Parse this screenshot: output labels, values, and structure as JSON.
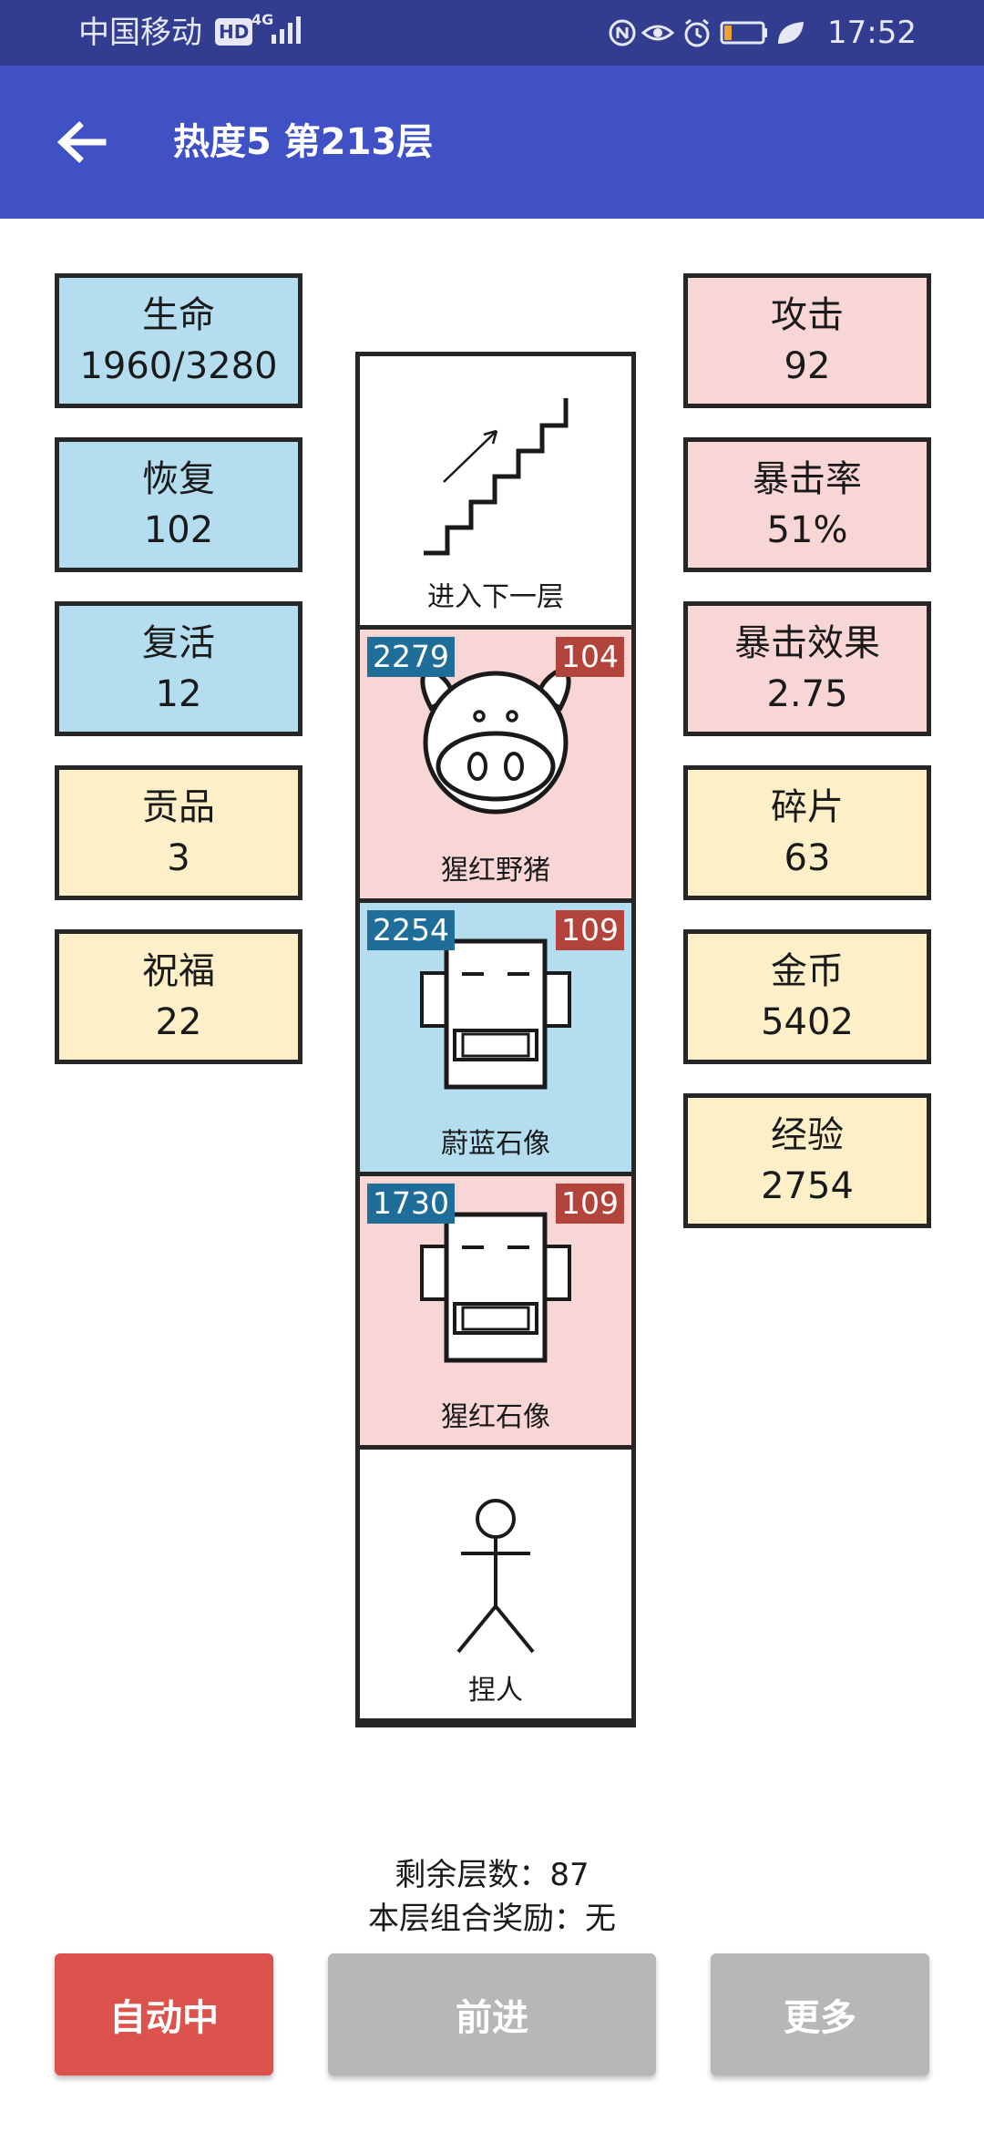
{
  "status_bar": {
    "carrier": "中国移动",
    "hd": "HD",
    "network": "4G",
    "time": "17:52",
    "icons": [
      "nfc-icon",
      "eye-icon",
      "alarm-icon",
      "battery-icon",
      "leaf-icon"
    ]
  },
  "app_bar": {
    "title": "热度5 第213层",
    "back_icon": "arrow-left-icon"
  },
  "stats_left": [
    {
      "label": "生命",
      "value": "1960/3280",
      "color": "#b4def0"
    },
    {
      "label": "恢复",
      "value": "102",
      "color": "#b4def0"
    },
    {
      "label": "复活",
      "value": "12",
      "color": "#b4def0"
    },
    {
      "label": "贡品",
      "value": "3",
      "color": "#fdf0c8"
    },
    {
      "label": "祝福",
      "value": "22",
      "color": "#fdf0c8"
    }
  ],
  "stats_right": [
    {
      "label": "攻击",
      "value": "92",
      "color": "#f8d6d5"
    },
    {
      "label": "暴击率",
      "value": "51%",
      "color": "#f8d6d5"
    },
    {
      "label": "暴击效果",
      "value": "2.75",
      "color": "#f8d6d5"
    },
    {
      "label": "碎片",
      "value": "63",
      "color": "#fdf0c8"
    },
    {
      "label": "金币",
      "value": "5402",
      "color": "#fdf0c8"
    },
    {
      "label": "经验",
      "value": "2754",
      "color": "#fdf0c8"
    }
  ],
  "tower": {
    "cells": [
      {
        "name": "进入下一层",
        "icon": "stairs-icon",
        "color": "#ffffff"
      },
      {
        "name": "猩红野猪",
        "icon": "boar-icon",
        "hp": "2279",
        "atk": "104",
        "color": "#f8d6d5"
      },
      {
        "name": "蔚蓝石像",
        "icon": "statue-icon",
        "hp": "2254",
        "atk": "109",
        "color": "#b4def0"
      },
      {
        "name": "猩红石像",
        "icon": "statue-icon",
        "hp": "1730",
        "atk": "109",
        "color": "#f8d6d5"
      },
      {
        "name": "捏人",
        "icon": "stick-figure-icon",
        "color": "#ffffff"
      }
    ]
  },
  "footer": {
    "remaining_floors": "剩余层数：87",
    "combo_reward": "本层组合奖励：无"
  },
  "buttons": {
    "auto": "自动中",
    "forward": "前进",
    "more": "更多"
  },
  "colors": {
    "status_bar": "#333d8f",
    "app_bar": "#3f51c5",
    "hp_badge": "#1f6e9a",
    "atk_badge": "#b3443c",
    "auto_button": "#dc524d",
    "disabled_button": "#b7b7b7"
  }
}
